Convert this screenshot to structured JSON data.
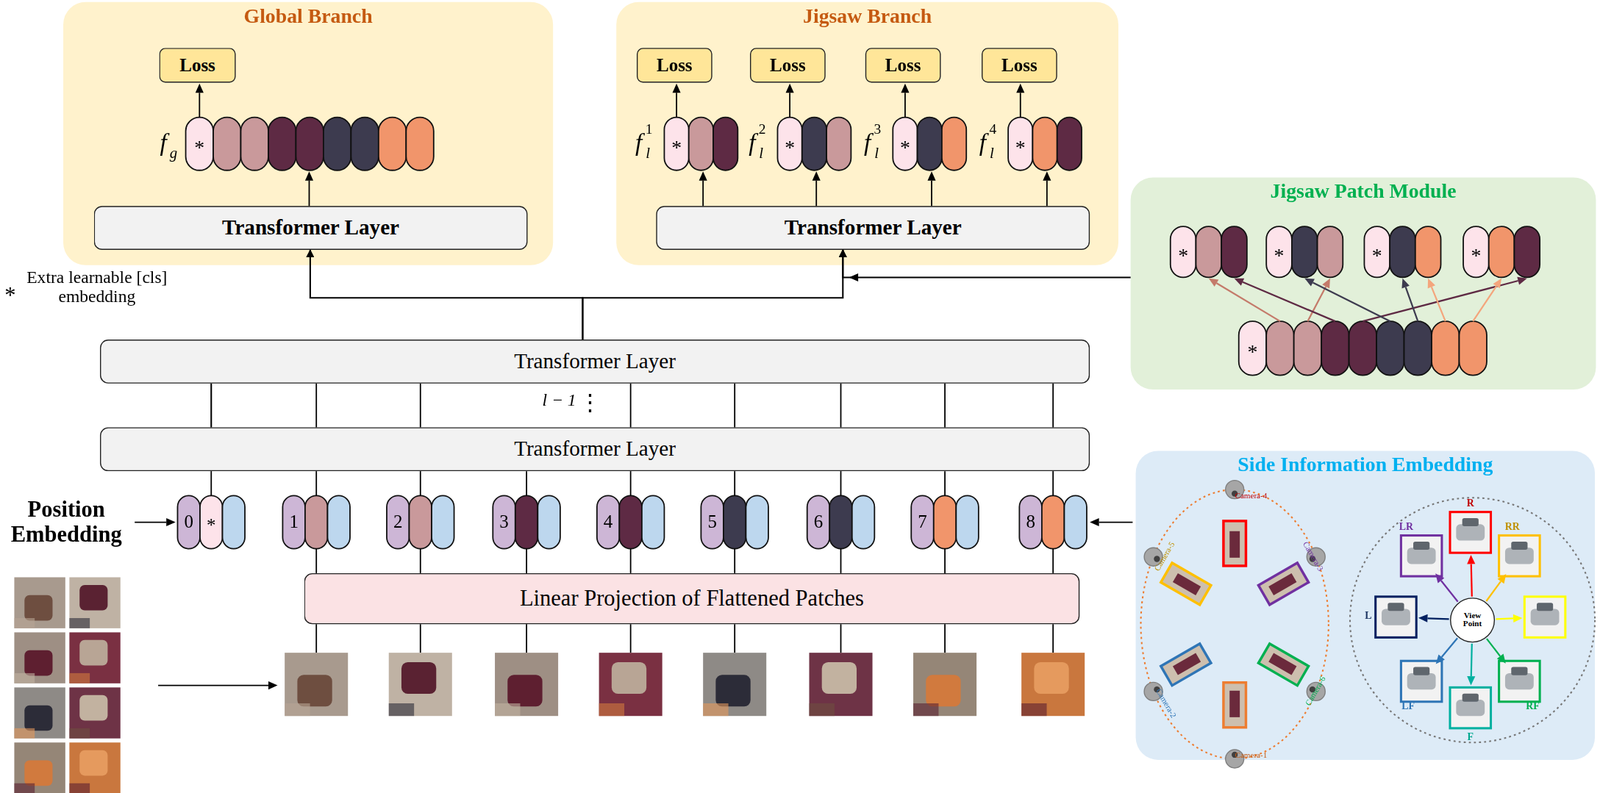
{
  "diagram": {
    "nodes": [
      {
        "text": [
          "Global Branch"
        ]
      },
      {
        "text": [
          "Loss"
        ],
        "in": 0
      },
      {
        "text": [
          "Transformer Layer"
        ],
        "in": 0
      },
      {
        "text": [
          "Jigsaw Branch"
        ]
      },
      {
        "text": [
          "Loss"
        ],
        "in": 3
      },
      {
        "text": [
          "Loss"
        ],
        "in": 3
      },
      {
        "text": [
          "Loss"
        ],
        "in": 3
      },
      {
        "text": [
          "Loss"
        ],
        "in": 3
      },
      {
        "text": [
          "Transformer Layer"
        ],
        "in": 3
      },
      {
        "text": [
          "Jigsaw Patch Module"
        ]
      },
      {
        "text": [
          "Transformer Layer"
        ]
      },
      {
        "text": [
          "Transformer Layer"
        ]
      },
      {
        "text": [
          "Linear Projection of Flattened Patches"
        ]
      },
      {
        "text": [
          "Side Information Embedding"
        ]
      },
      {
        "text": [
          "View Point"
        ],
        "in": 13
      }
    ],
    "edges": [
      {
        "from": 10,
        "to": 2,
        "arrow": "to"
      },
      {
        "from": 10,
        "to": 8,
        "arrow": "to"
      },
      {
        "from": 9,
        "to": 8,
        "arrow": "to"
      },
      {
        "from": 11,
        "to": 10,
        "arrow": "none"
      }
    ],
    "labels": [
      "f",
      "g",
      "*",
      "f",
      "l",
      "1",
      "*",
      "f",
      "l",
      "2",
      "*",
      "f",
      "l",
      "3",
      "*",
      "f",
      "l",
      "4",
      "*",
      "*",
      "*",
      "*",
      "*",
      "*",
      "*",
      "Extra learnable [cls] embedding",
      "l − 1",
      "⋮",
      "Position Embedding",
      "0",
      "*",
      "1",
      "2",
      "3",
      "4",
      "5",
      "6",
      "7",
      "8",
      "Camera-4",
      "Camera-3",
      "Camera-6",
      "Camera-1",
      "Camera-2",
      "Camera-5",
      "R",
      "RR",
      "LR",
      "L",
      "LF",
      "F",
      "RF"
    ]
  }
}
